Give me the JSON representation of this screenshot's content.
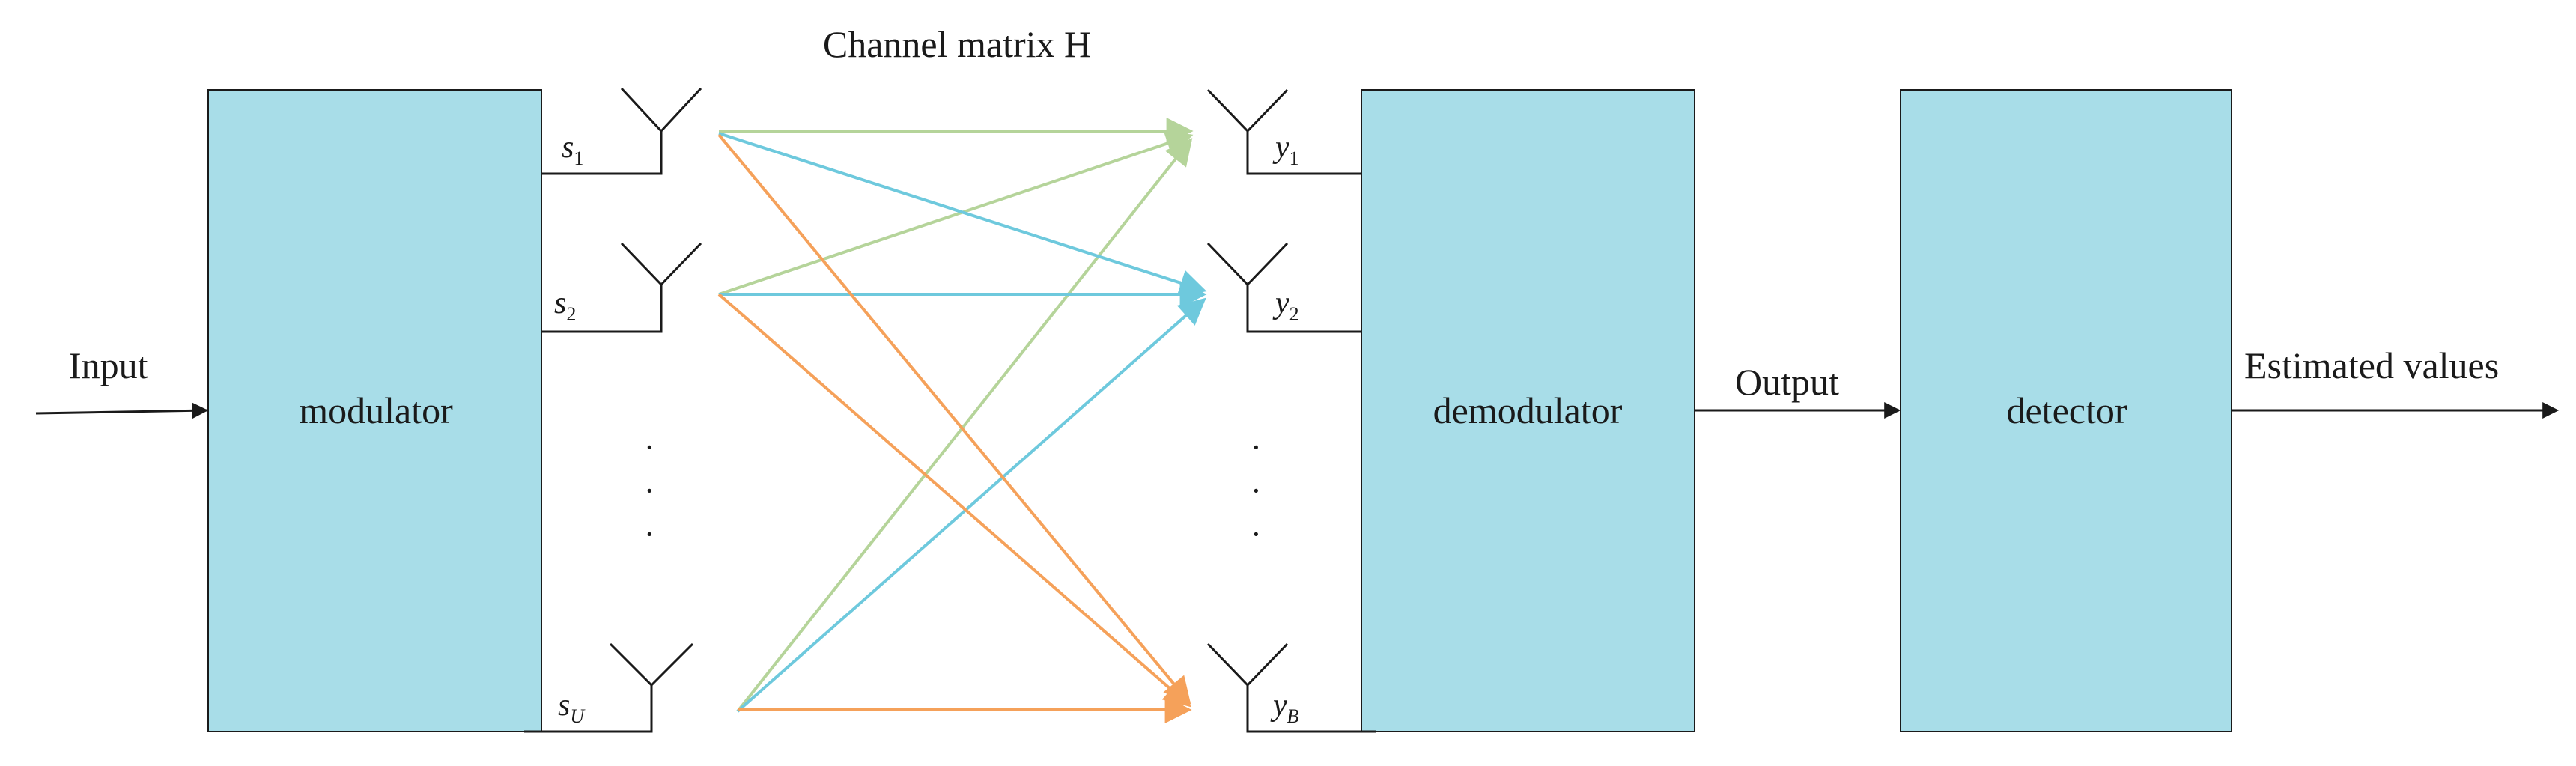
{
  "title": "Channel matrix H",
  "blocks": {
    "modulator": "modulator",
    "demodulator": "demodulator",
    "detector": "detector"
  },
  "io": {
    "input": "Input",
    "output": "Output",
    "estimated": "Estimated values"
  },
  "tx": [
    {
      "sym": "s",
      "sub": "1"
    },
    {
      "sym": "s",
      "sub": "2"
    },
    {
      "sym": "s",
      "sub": "U"
    }
  ],
  "rx": [
    {
      "sym": "y",
      "sub": "1"
    },
    {
      "sym": "y",
      "sub": "2"
    },
    {
      "sym": "y",
      "sub": "B"
    }
  ],
  "ellipsis": "·",
  "colors": {
    "block_fill": "#a8dde8",
    "link_green": "#b5d49a",
    "link_blue": "#6ec9dd",
    "link_orange": "#f5a15a"
  }
}
